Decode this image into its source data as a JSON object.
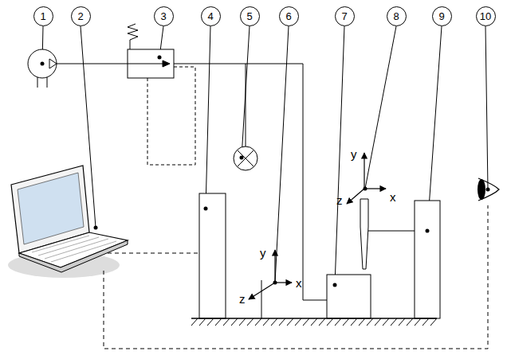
{
  "diagram": {
    "nodes": [
      {
        "text": [
          "1"
        ]
      },
      {
        "text": [
          "2"
        ]
      },
      {
        "text": [
          "3"
        ]
      },
      {
        "text": [
          "4"
        ]
      },
      {
        "text": [
          "5"
        ]
      },
      {
        "text": [
          "6"
        ]
      },
      {
        "text": [
          "7"
        ]
      },
      {
        "text": [
          "8"
        ]
      },
      {
        "text": [
          "9"
        ]
      },
      {
        "text": [
          "10"
        ]
      }
    ],
    "labels": [
      "y",
      "z",
      "x",
      "y",
      "z",
      "x"
    ]
  }
}
